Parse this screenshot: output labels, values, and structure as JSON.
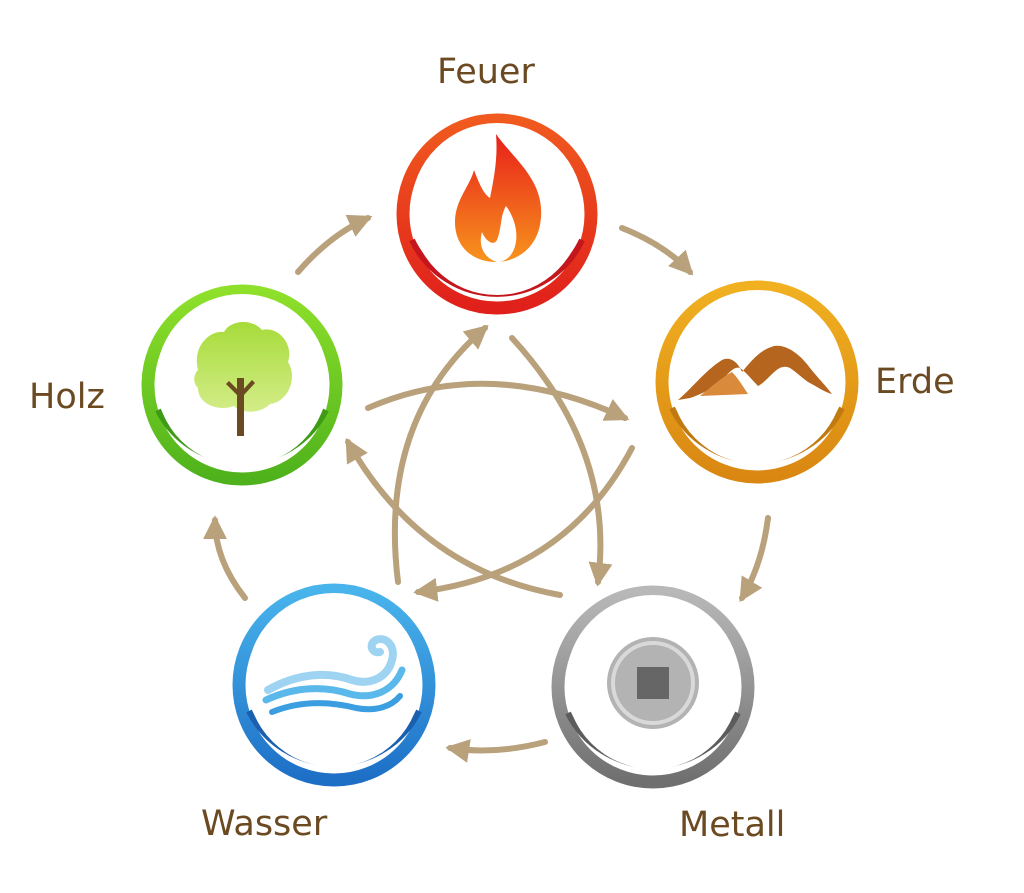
{
  "elements": [
    {
      "id": "fire",
      "label": "Feuer",
      "icon": "flame-icon",
      "color": "#e8321c"
    },
    {
      "id": "earth",
      "label": "Erde",
      "icon": "mountain-icon",
      "color": "#e29a1a"
    },
    {
      "id": "metal",
      "label": "Metall",
      "icon": "coin-icon",
      "color": "#8a8a8a"
    },
    {
      "id": "water",
      "label": "Wasser",
      "icon": "wave-icon",
      "color": "#2a8ad8"
    },
    {
      "id": "wood",
      "label": "Holz",
      "icon": "tree-icon",
      "color": "#6cc420"
    }
  ],
  "arrow_color": "#b9a17c",
  "label_color": "#6b4a22"
}
